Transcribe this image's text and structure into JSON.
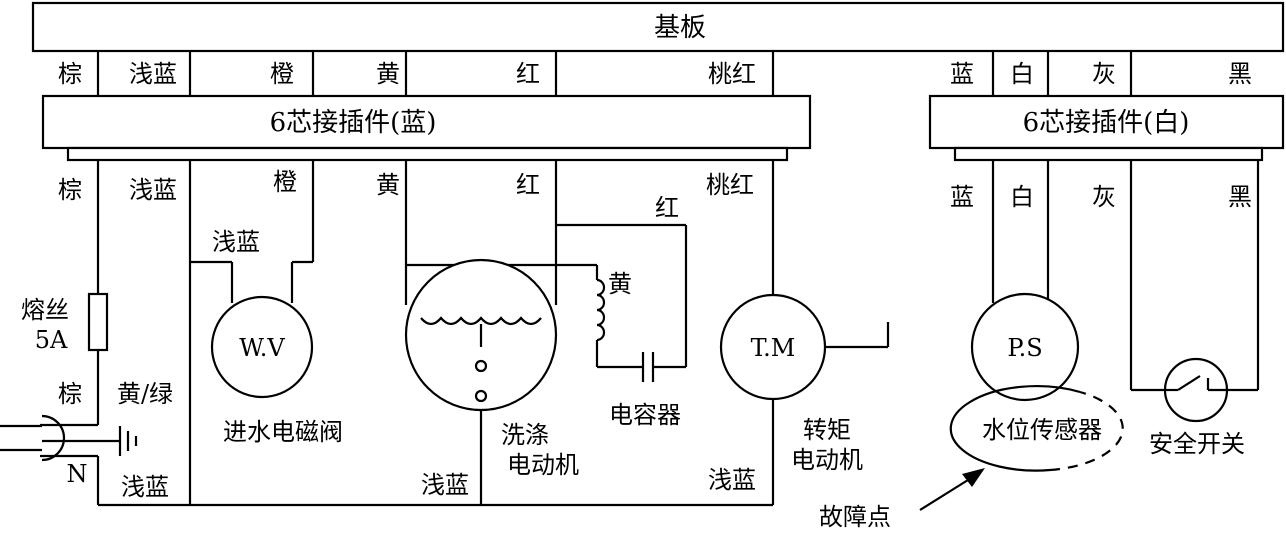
{
  "board": {
    "label": "基板"
  },
  "connector_blue": {
    "label": "6芯接插件(蓝)"
  },
  "connector_white": {
    "label": "6芯接插件(白)"
  },
  "wires_top_blue": [
    "棕",
    "浅蓝",
    "橙",
    "黄",
    "红",
    "桃红"
  ],
  "wires_top_white": [
    "蓝",
    "白",
    "灰",
    "黑"
  ],
  "wires_bottom_blue": [
    "棕",
    "浅蓝",
    "橙",
    "黄",
    "红",
    "桃红"
  ],
  "wires_bottom_white": [
    "蓝",
    "白",
    "灰",
    "黑"
  ],
  "fuse": {
    "line1": "熔丝",
    "line2": "5A"
  },
  "plug": {
    "brown": "棕",
    "ground": "黄/绿",
    "neutral": "N",
    "neutral_color": "浅蓝"
  },
  "inlet_valve": {
    "symbol": "W.V",
    "name": "进水电磁阀",
    "wire": "浅蓝"
  },
  "wash_motor": {
    "line1": "洗涤",
    "line2": "电动机",
    "wire": "浅蓝",
    "winding_wire": "黄",
    "cap_wire": "红"
  },
  "capacitor": {
    "name": "电容器"
  },
  "torque_motor": {
    "symbol": "T.M",
    "line1": "转矩",
    "line2": "电动机",
    "wire": "浅蓝"
  },
  "pressure_switch": {
    "symbol": "P.S",
    "name": "水位传感器"
  },
  "safety_switch": {
    "name": "安全开关"
  },
  "fault": {
    "label": "故障点"
  }
}
